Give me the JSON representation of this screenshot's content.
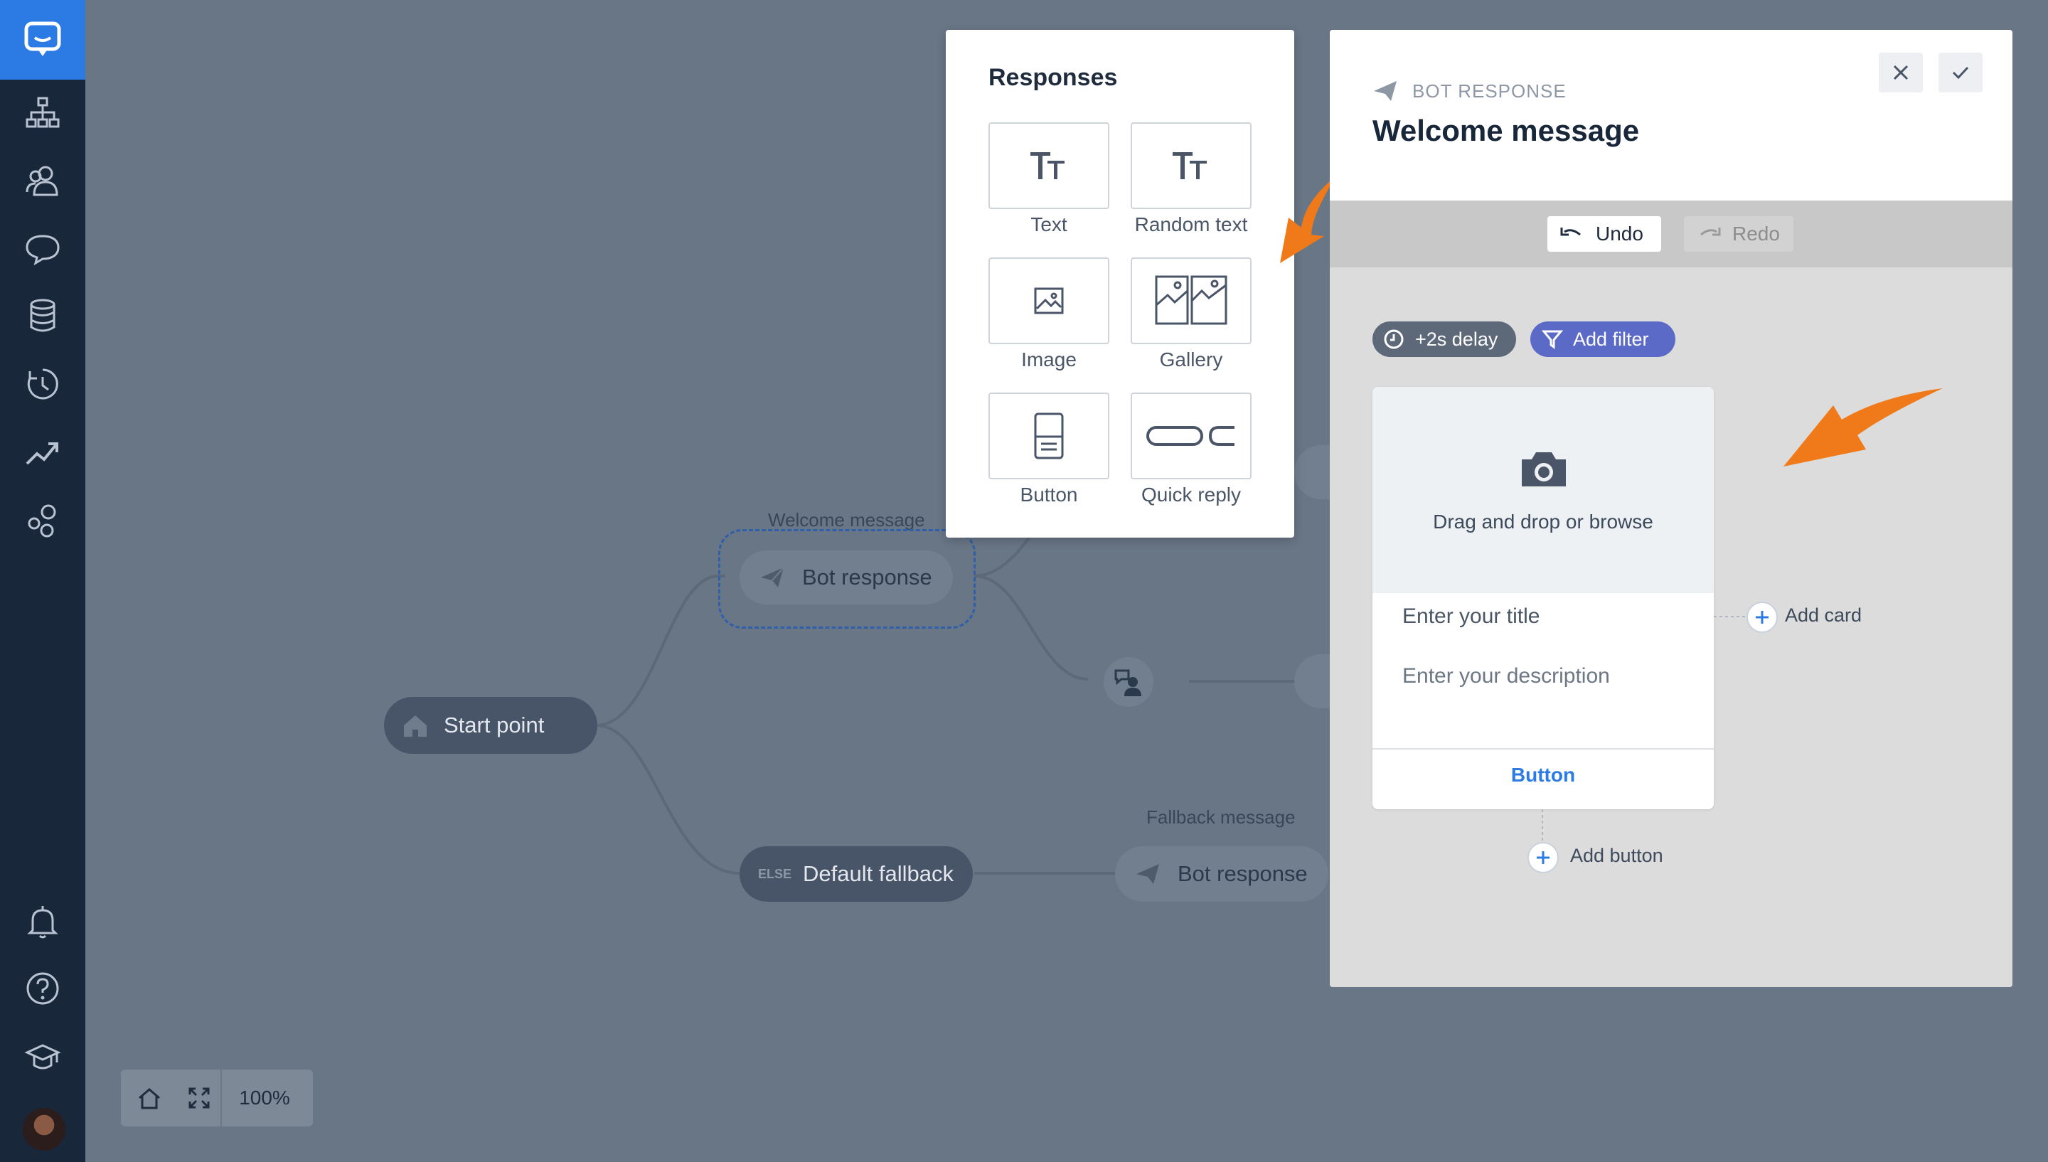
{
  "sidebar": {
    "logo": "chat-logo-icon",
    "top_icons": [
      "hierarchy-icon",
      "users-icon",
      "chat-bubble-icon",
      "database-icon",
      "history-icon",
      "trending-icon",
      "circles-icon"
    ],
    "bottom_icons": [
      "bell-icon",
      "help-icon",
      "graduation-cap-icon"
    ],
    "accent": "#2c7be5",
    "background": "#19273b"
  },
  "canvas": {
    "start_point": "Start point",
    "welcome_message_label": "Welcome message",
    "welcome_node": "Bot response",
    "else_tag": "ELSE",
    "default_fallback": "Default fallback",
    "fallback_message_label": "Fallback message",
    "fallback_node": "Bot response",
    "zoom": "100%"
  },
  "responses": {
    "title": "Responses",
    "items": [
      {
        "label": "Text",
        "icon": "text-icon"
      },
      {
        "label": "Random text",
        "icon": "random-text-icon"
      },
      {
        "label": "Image",
        "icon": "image-icon"
      },
      {
        "label": "Gallery",
        "icon": "gallery-icon"
      },
      {
        "label": "Button",
        "icon": "button-icon"
      },
      {
        "label": "Quick reply",
        "icon": "quick-reply-icon"
      }
    ]
  },
  "editor": {
    "kind": "BOT RESPONSE",
    "title": "Welcome message",
    "undo": "Undo",
    "redo": "Redo",
    "delay": "+2s delay",
    "add_filter": "Add filter",
    "card": {
      "media_text": "Drag and drop or browse",
      "title_placeholder": "Enter your title",
      "description_placeholder": "Enter your description",
      "button": "Button"
    },
    "add_card": "Add card",
    "add_button": "Add button"
  }
}
